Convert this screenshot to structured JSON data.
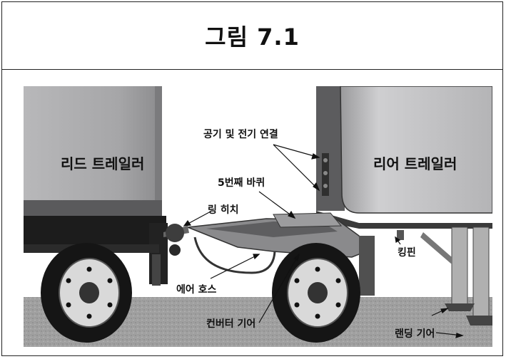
{
  "figure": {
    "title": "그림 7.1"
  },
  "labels": {
    "lead_trailer": "리드 트레일러",
    "rear_trailer": "리어 트레일러",
    "air_electric": "공기 및 전기 연결",
    "fifth_wheel": "5번째 바퀴",
    "ring_hitch": "링 히치",
    "king_pin": "킹핀",
    "air_hose": "에어 호스",
    "converter_gear": "컨버터 기어",
    "landing_gear": "랜딩 기어"
  },
  "colors": {
    "trailer_body": "#a9a9ab",
    "trailer_shadow": "#6e6e70",
    "ground": "#9c9c9c",
    "tire": "#1a1a1a",
    "frame_line": "#222222"
  }
}
